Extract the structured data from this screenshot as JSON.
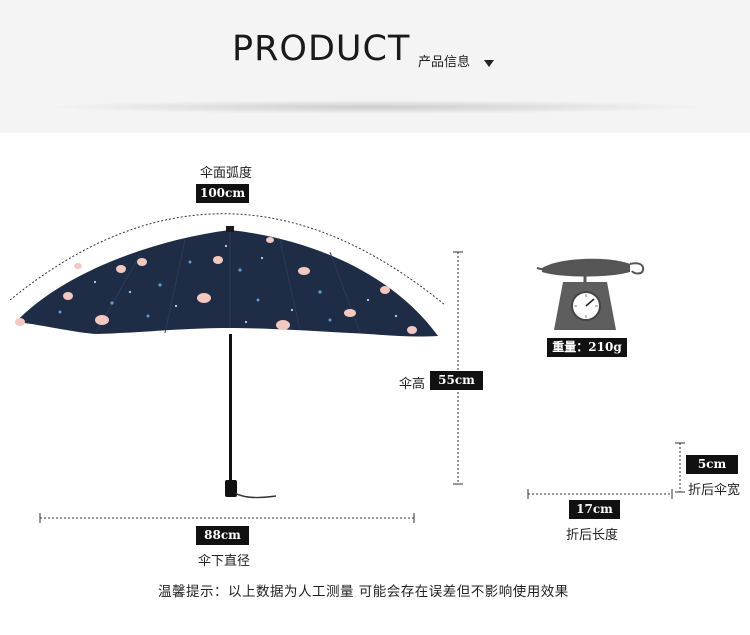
{
  "header": {
    "title": "PRODUCT",
    "subtitle": "产品信息"
  },
  "specs": {
    "arc": {
      "label": "伞面弧度",
      "value": "100cm"
    },
    "height": {
      "label": "伞高",
      "value": "55cm"
    },
    "diameter": {
      "label": "伞下直径",
      "value": "88cm"
    },
    "weight": {
      "value": "重量：210g"
    },
    "folded_length": {
      "label": "折后长度",
      "value": "17cm"
    },
    "folded_width": {
      "label": "折后伞宽",
      "value": "5cm"
    }
  },
  "footer": {
    "note": "温馨提示：以上数据为人工测量 可能会存在误差但不影响使用效果"
  },
  "colors": {
    "canopy": "#1f2c45",
    "tag_bg": "#111111",
    "header_bg": "#f4f4f4"
  }
}
